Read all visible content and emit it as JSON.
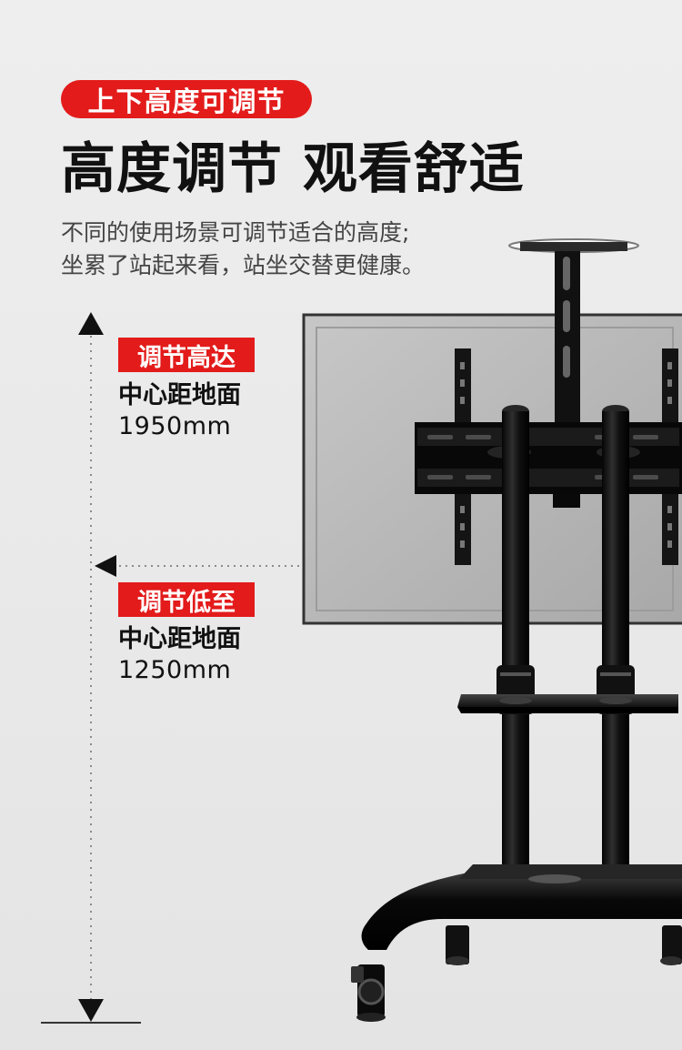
{
  "header": {
    "tag": "上下高度可调节",
    "title": "高度调节 观看舒适",
    "description": [
      "不同的使用场景可调节适合的高度;",
      "坐累了站起来看，站坐交替更健康。"
    ]
  },
  "measurements": [
    {
      "label": "调节高达",
      "caption": "中心距地面",
      "value": "1950mm"
    },
    {
      "label": "调节低至",
      "caption": "中心距地面",
      "value": "1250mm"
    }
  ],
  "colors": {
    "accent": "#e31b1b",
    "background": "#ebebeb",
    "screen": "#b8b8b8",
    "metal": "#111111"
  }
}
